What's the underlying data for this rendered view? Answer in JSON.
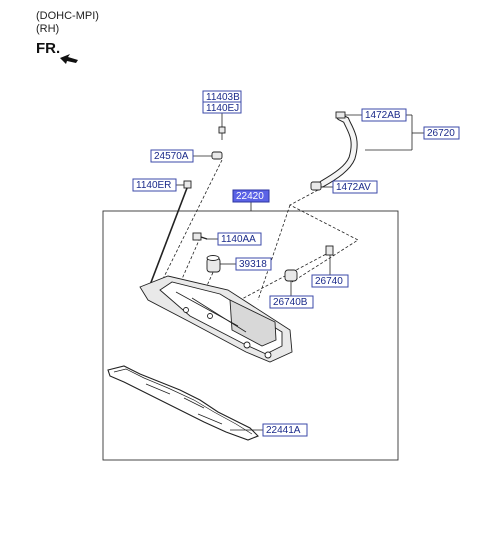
{
  "header": {
    "line1": "(DOHC-MPI)",
    "line2": "(RH)",
    "direction_label": "FR."
  },
  "parts": {
    "p11403B": "11403B",
    "p1140EJ": "1140EJ",
    "p24570A": "24570A",
    "p1140ER": "1140ER",
    "p22420": "22420",
    "p1472AB": "1472AB",
    "p26720": "26720",
    "p1472AV": "1472AV",
    "p1140AA": "1140AA",
    "p39318": "39318",
    "p26740": "26740",
    "p26740B": "26740B",
    "p22441A": "22441A"
  },
  "colors": {
    "label_text": "#1a2a8a",
    "label_border": "#3b4aa8",
    "highlight_fill": "#5b63e6"
  }
}
